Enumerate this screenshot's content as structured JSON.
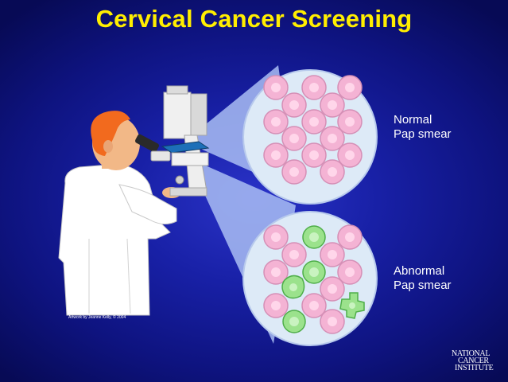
{
  "title": "Cervical Cancer Screening",
  "labels": {
    "normal_line1": "Normal",
    "normal_line2": "Pap smear",
    "abnormal_line1": "Abnormal",
    "abnormal_line2": "Pap smear"
  },
  "credit": "Artwork by Jeanne Kelly, © 2004",
  "logo": {
    "line1": "NATIONAL",
    "line2": "CANCER",
    "line3": "INSTITUTE"
  },
  "colors": {
    "title": "#ffee00",
    "background": "#1820a6",
    "normal_cell": "#f4b3d4",
    "abnormal_cell": "#9be28c",
    "beam": "#9fb4f2"
  }
}
